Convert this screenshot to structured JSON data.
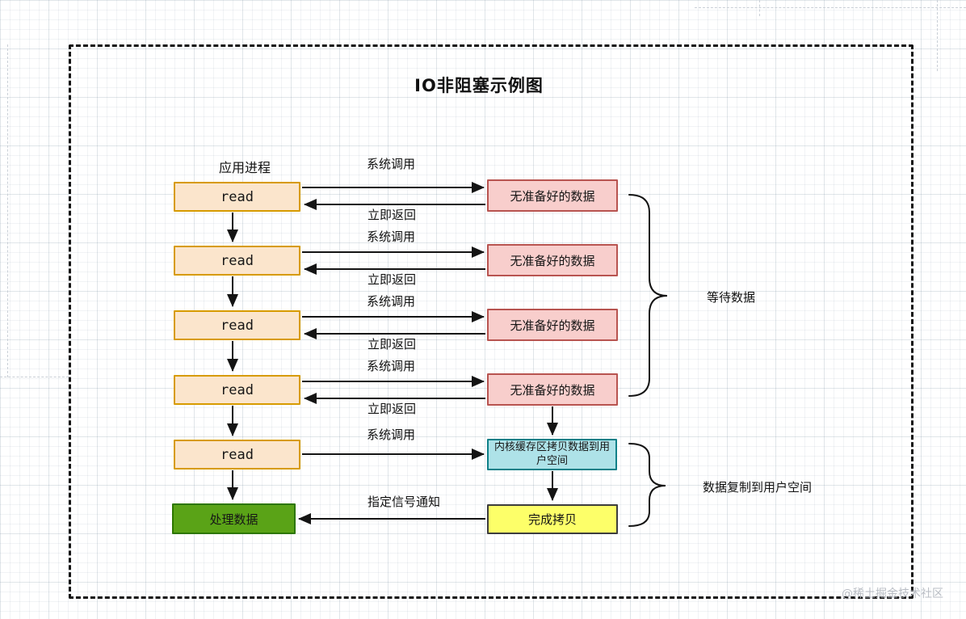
{
  "diagram": {
    "title": "IO非阻塞示例图",
    "watermark": "@稀土掘金技术社区"
  },
  "nodes": {
    "app_process_header": "应用进程",
    "read": "read",
    "data_not_ready": "无准备好的数据",
    "kernel_copy": "内核缓存区拷贝数据到用户空间",
    "copy_done": "完成拷贝",
    "process_data": "处理数据"
  },
  "edges": {
    "syscall": "系统调用",
    "immediate_return": "立即返回",
    "signal_notify": "指定信号通知"
  },
  "annotations": {
    "wait_data": "等待数据",
    "copy_to_user": "数据复制到用户空间"
  },
  "colors": {
    "read_fill": "#FBE5CC",
    "read_border": "#D79B00",
    "notready_fill": "#F8CECC",
    "notready_border": "#B85450",
    "kernel_fill": "#AEE2E8",
    "kernel_border": "#0E8088",
    "done_fill": "#FDFF69",
    "done_border": "#3D3D3D",
    "process_fill": "#5AA317",
    "process_border": "#2D7600"
  }
}
